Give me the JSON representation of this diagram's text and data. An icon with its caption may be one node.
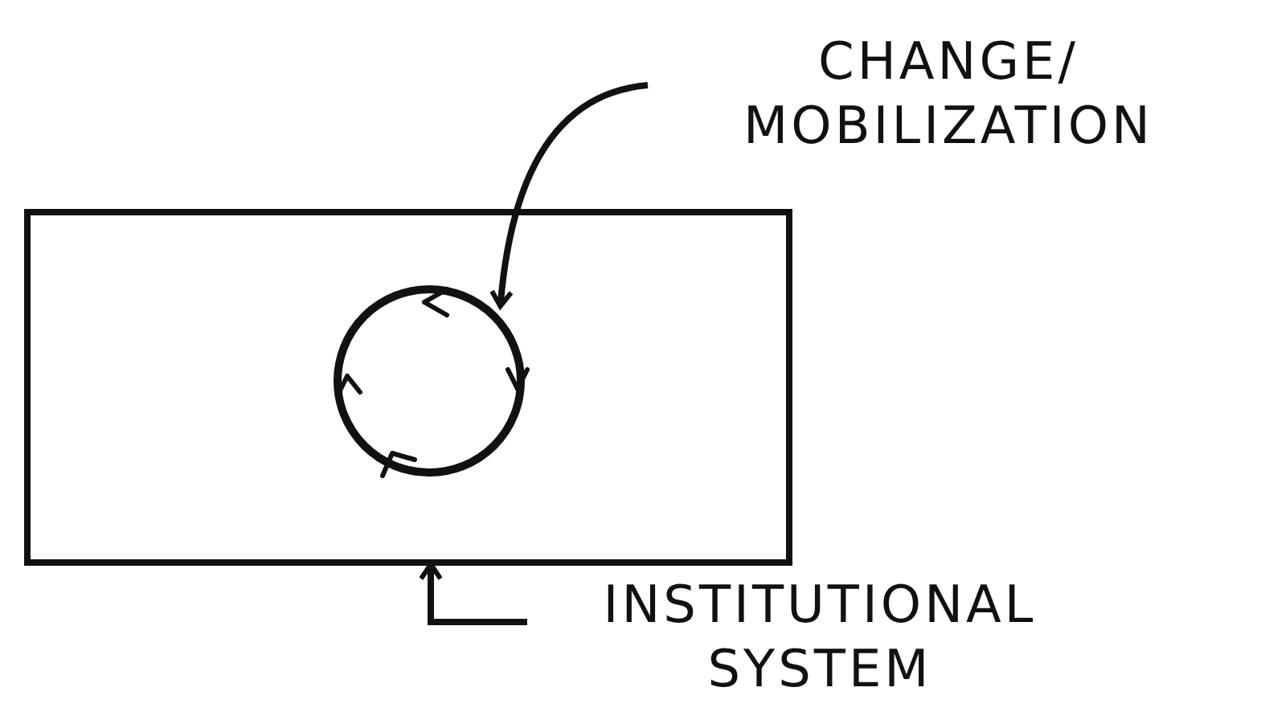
{
  "diagram": {
    "nodes": [
      {
        "text": [
          "CHANGE/ MOBILIZATION"
        ]
      },
      {
        "text": [],
        "shape": "box"
      },
      {
        "text": [],
        "shape": "circle",
        "in": 1
      },
      {
        "text": [
          "INSTITUTIONAL SYSTEM"
        ]
      }
    ],
    "edges": [
      {
        "from": 0,
        "to": 2,
        "arrow": "to"
      },
      {
        "from": 3,
        "to": 1,
        "arrow": "to"
      }
    ]
  }
}
